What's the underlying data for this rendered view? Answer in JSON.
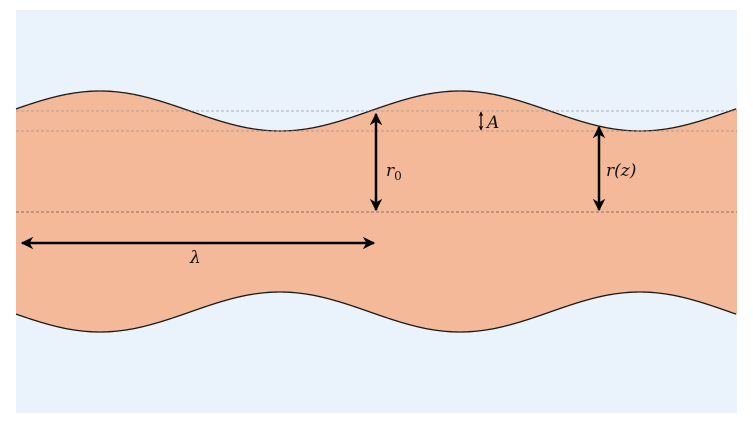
{
  "colors": {
    "background": "#eaf2fc",
    "tube": "#f4b999",
    "outline": "#1a1a1a",
    "dashed": "#8a7a75"
  },
  "labels": {
    "amplitude": "A",
    "mean_radius_symbol": "r",
    "mean_radius_subscript": "0",
    "local_radius": "r(z)",
    "wavelength": "λ"
  }
}
